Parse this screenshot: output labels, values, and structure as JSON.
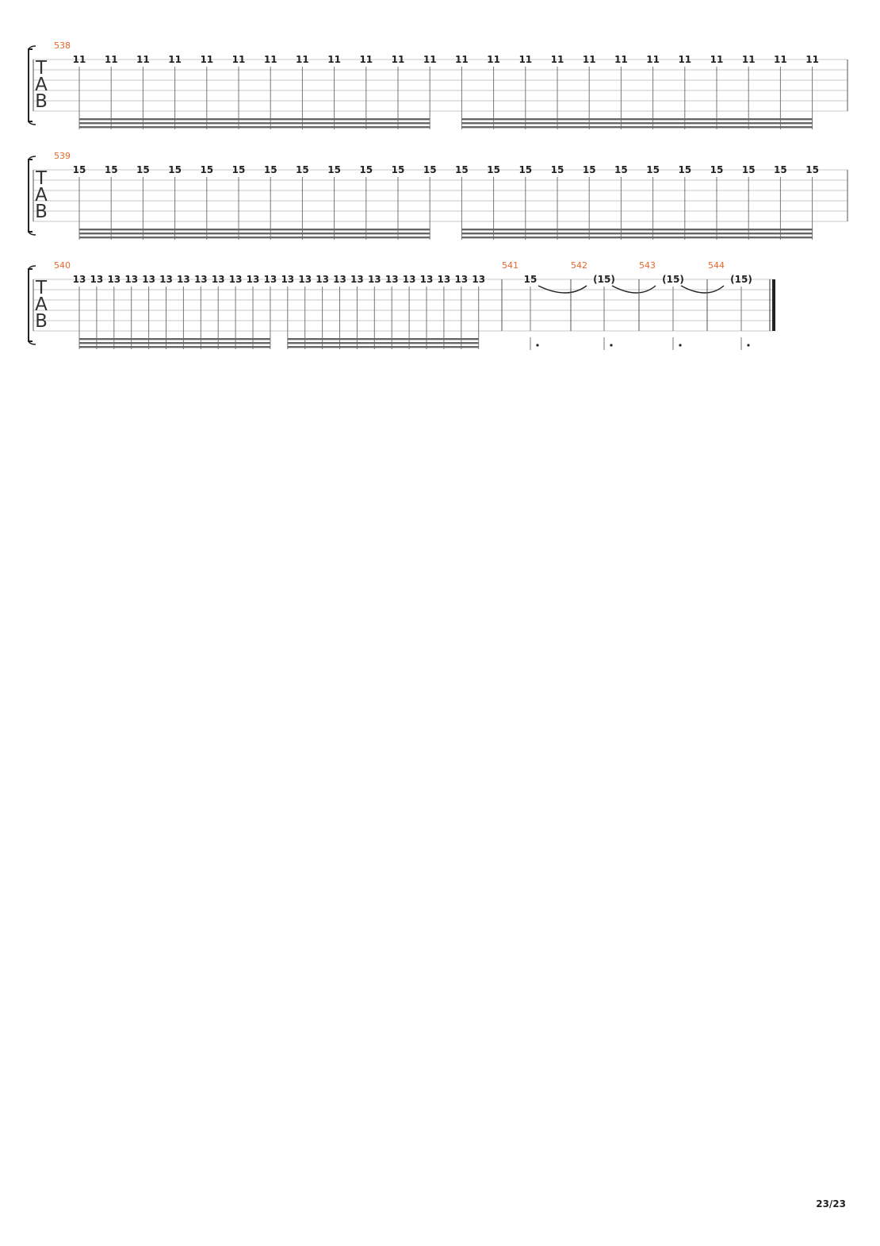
{
  "page": {
    "number": "23/23"
  },
  "colors": {
    "measure_number": "#e8652b",
    "ink": "#222222",
    "staff_line": "#c8c8c8"
  },
  "tab_clef": [
    "T",
    "A",
    "B"
  ],
  "systems": [
    {
      "measures": [
        {
          "number": "538",
          "note_count": 24,
          "fret": "11",
          "duration": "32nd",
          "beam_groups": 2
        }
      ]
    },
    {
      "measures": [
        {
          "number": "539",
          "note_count": 24,
          "fret": "15",
          "duration": "32nd",
          "beam_groups": 2
        }
      ]
    },
    {
      "measures": [
        {
          "number": "540",
          "note_count": 24,
          "fret": "13",
          "duration": "32nd",
          "beam_groups": 2
        },
        {
          "number": "541",
          "note_count": 1,
          "fret": "15",
          "duration": "dotted half",
          "tied_to_next": true
        },
        {
          "number": "542",
          "note_count": 1,
          "fret": "(15)",
          "duration": "dotted half",
          "tied_to_next": true
        },
        {
          "number": "543",
          "note_count": 1,
          "fret": "(15)",
          "duration": "dotted half",
          "tied_to_next": true
        },
        {
          "number": "544",
          "note_count": 1,
          "fret": "(15)",
          "duration": "dotted half",
          "tied_to_next": false,
          "final_barline": true
        }
      ]
    }
  ]
}
